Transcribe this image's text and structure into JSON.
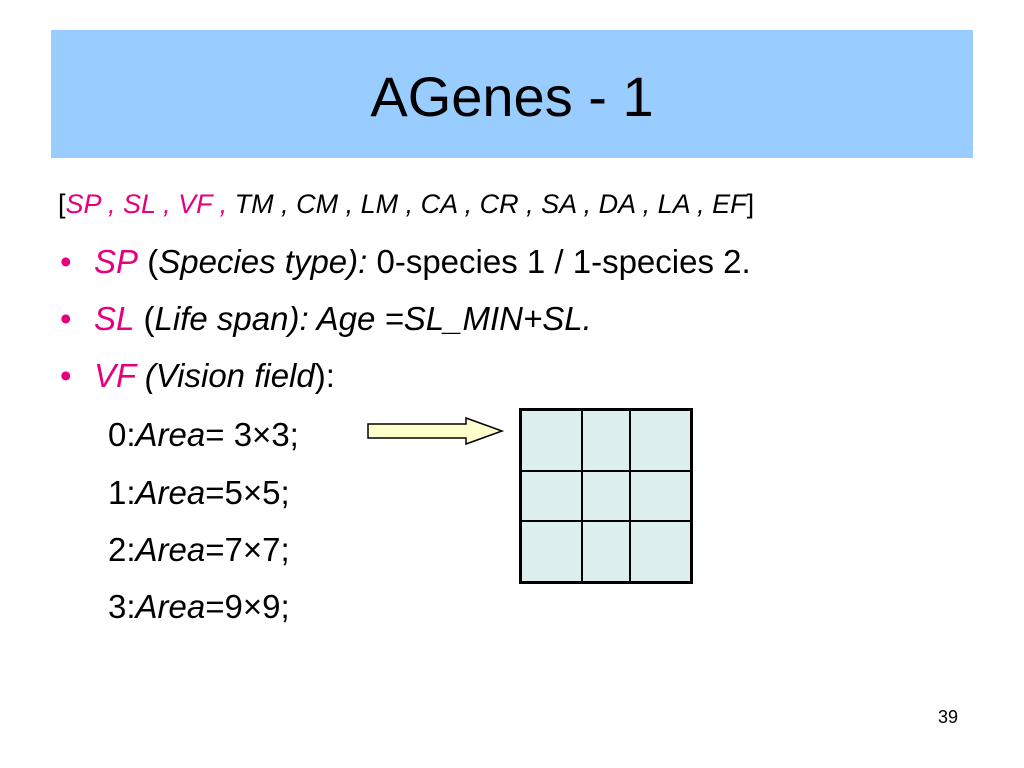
{
  "title": "AGenes - 1",
  "gene_list": {
    "open_bracket": "[",
    "highlighted": "SP , SL , VF ,",
    "rest": " TM , CM , LM , CA , CR , SA , DA , LA , EF",
    "close_bracket": "]"
  },
  "bullets": [
    {
      "marker": "•",
      "code": "SP",
      "paren_open": " (",
      "name": "Species type):",
      "desc": " 0-species 1 / 1-species 2."
    },
    {
      "marker": "•",
      "code": "SL",
      "paren_open": " (",
      "name": "Life span): Age =SL_MIN+SL.",
      "desc": ""
    },
    {
      "marker": "•",
      "code": "VF",
      "paren_open": " (",
      "name": "Vision field",
      "desc": "):"
    }
  ],
  "areas": [
    {
      "prefix": "0:",
      "word": "Area",
      "value": "= 3×3;"
    },
    {
      "prefix": "1:",
      "word": "Area",
      "value": "=5×5;"
    },
    {
      "prefix": "2:",
      "word": "Area",
      "value": "=7×7;"
    },
    {
      "prefix": "3:",
      "word": "Area",
      "value": "=9×9;"
    }
  ],
  "grid": {
    "rows": 3,
    "cols": 3,
    "fill_color": "#ddeeee"
  },
  "arrow_icon": "right-arrow-icon",
  "colors": {
    "title_bar": "#99ccff",
    "highlight": "#e6007e",
    "arrow_fill": "#ffffcc"
  },
  "page_number": "39"
}
